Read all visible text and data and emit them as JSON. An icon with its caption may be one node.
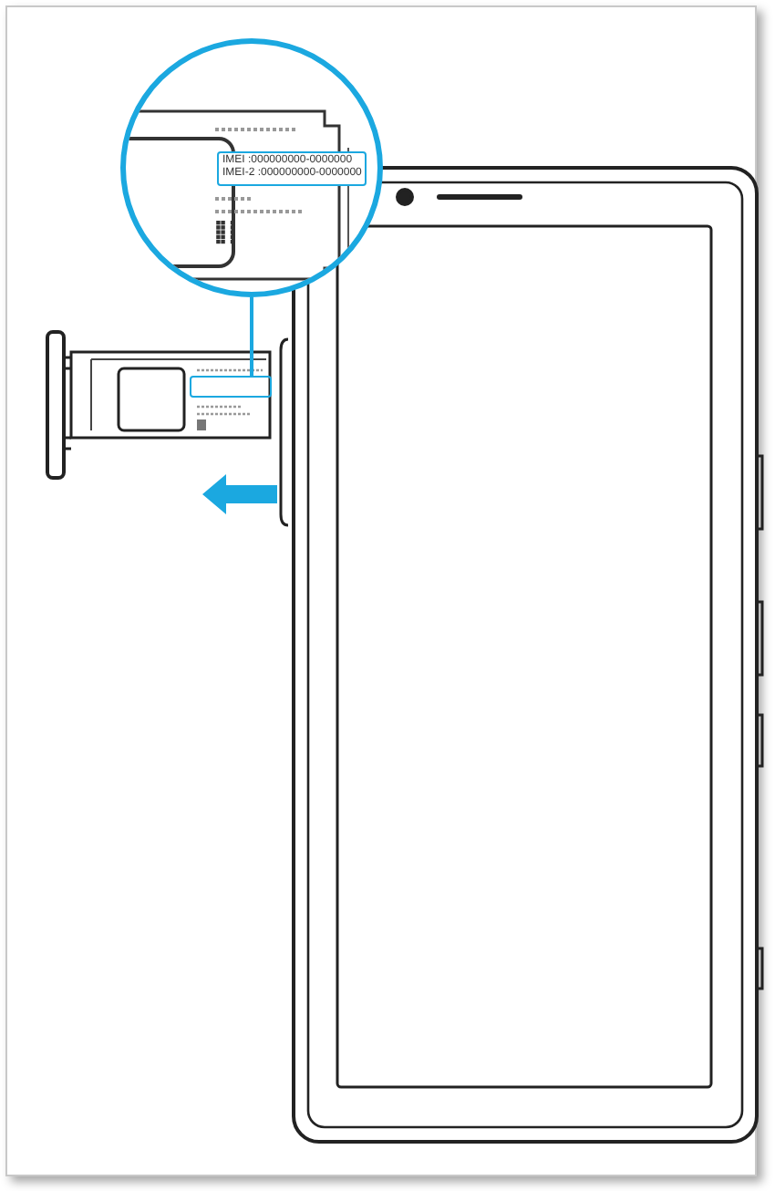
{
  "diagram": {
    "nodes": [
      {
        "text": [],
        "shape": "circle"
      },
      {
        "text": [
          "IMEI :000000000-0000000",
          "IMEI-2 :000000000-0000000"
        ],
        "in": 0
      },
      {
        "text": [],
        "shape": "box"
      }
    ],
    "edges": [
      {
        "from": 0,
        "to": 2,
        "arrow": "none",
        "color": "#1ba8e0"
      }
    ]
  }
}
